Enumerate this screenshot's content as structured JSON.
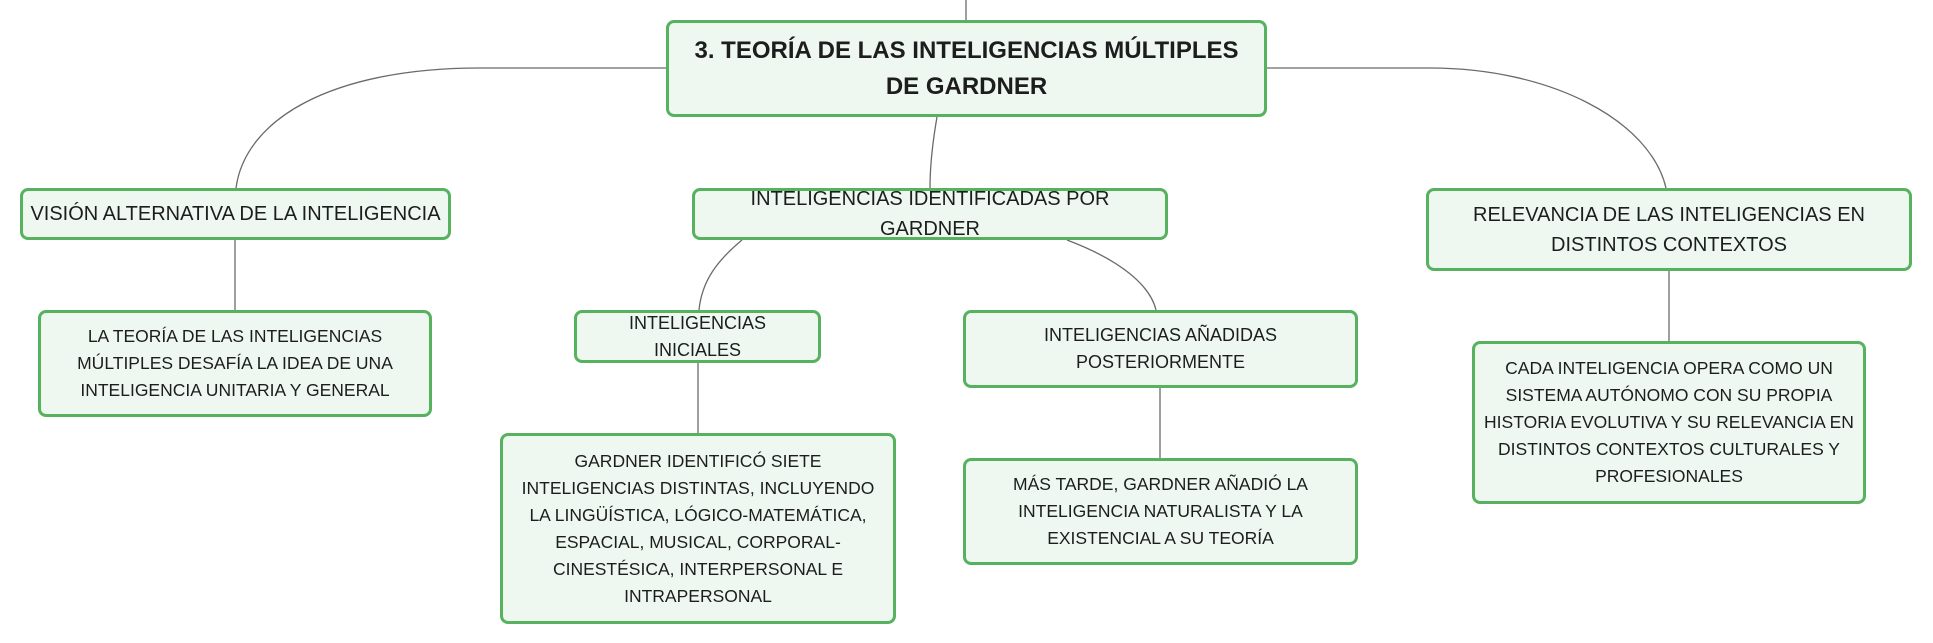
{
  "theme": {
    "node_fill": "#eef8f0",
    "node_border": "#57b25f",
    "connector": "#6b6b6b",
    "text": "#1d1d1d"
  },
  "map": {
    "root": "3. TEORÍA DE LAS INTELIGENCIAS MÚLTIPLES DE GARDNER",
    "branches": {
      "vision": {
        "label": "VISIÓN ALTERNATIVA DE LA INTELIGENCIA",
        "detail": "LA TEORÍA DE LAS INTELIGENCIAS MÚLTIPLES DESAFÍA LA IDEA DE UNA INTELIGENCIA UNITARIA Y GENERAL"
      },
      "identified": {
        "label": "INTELIGENCIAS IDENTIFICADAS POR GARDNER",
        "initial": {
          "label": "INTELIGENCIAS INICIALES",
          "detail": "GARDNER IDENTIFICÓ SIETE INTELIGENCIAS DISTINTAS, INCLUYENDO LA LINGÜÍSTICA, LÓGICO-MATEMÁTICA, ESPACIAL, MUSICAL, CORPORAL-CINESTÉSICA, INTERPERSONAL E INTRAPERSONAL"
        },
        "added": {
          "label": "INTELIGENCIAS AÑADIDAS POSTERIORMENTE",
          "detail": "MÁS TARDE, GARDNER AÑADIÓ LA INTELIGENCIA NATURALISTA Y LA EXISTENCIAL A SU TEORÍA"
        }
      },
      "relevance": {
        "label": "RELEVANCIA DE LAS INTELIGENCIAS EN DISTINTOS CONTEXTOS",
        "detail": "CADA INTELIGENCIA OPERA COMO UN SISTEMA AUTÓNOMO CON SU PROPIA HISTORIA EVOLUTIVA Y SU RELEVANCIA EN DISTINTOS CONTEXTOS CULTURALES Y PROFESIONALES"
      }
    }
  }
}
